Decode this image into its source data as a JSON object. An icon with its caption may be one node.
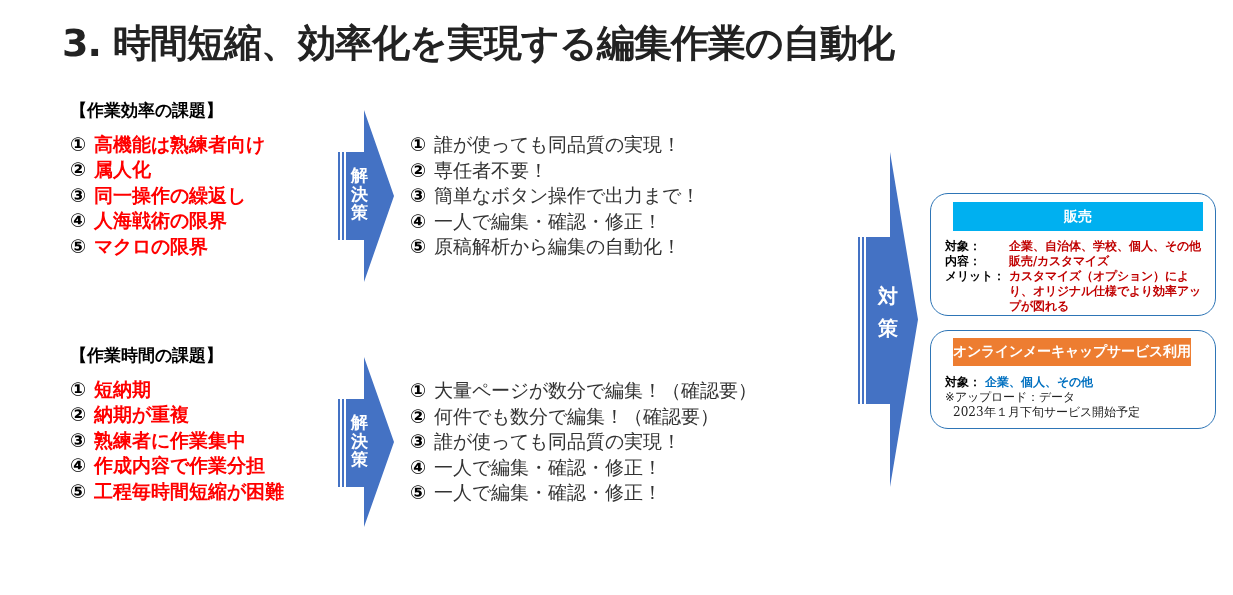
{
  "diagram": {
    "title": "3. 時間短縮、効率化を実現する編集作業の自動化",
    "nodes": [
      {
        "text": [
          "【作業効率の課題】",
          "①",
          "高機能は熟練者向け",
          "②",
          "属人化",
          "③",
          "同一操作の繰返し",
          "④",
          "人海戦術の限界",
          "⑤",
          "マクロの限界"
        ]
      },
      {
        "text": [
          "解決策"
        ]
      },
      {
        "text": [
          "①",
          "誰が使っても同品質の実現！",
          "②",
          "専任者不要！",
          "③",
          "簡単なボタン操作で出力まで！",
          "④",
          "一人で編集・確認・修正！",
          "⑤",
          "原稿解析から編集の自動化！"
        ]
      },
      {
        "text": [
          "【作業時間の課題】",
          "①",
          "短納期",
          "②",
          "納期が重複",
          "③",
          "熟練者に作業集中",
          "④",
          "作成内容で作業分担",
          "⑤",
          "工程毎時間短縮が困難"
        ]
      },
      {
        "text": [
          "解決策"
        ]
      },
      {
        "text": [
          "①",
          "大量ページが数分で編集！（確認要）",
          "②",
          "何件でも数分で編集！（確認要）",
          "③",
          "誰が使っても同品質の実現！",
          "④",
          "一人で編集・確認・修正！",
          "⑤",
          "一人で編集・確認・修正！"
        ]
      },
      {
        "text": [
          "対策"
        ]
      },
      {
        "text": [
          "対象：",
          "企業、自治体、学校、個人、その他",
          "内容：",
          "販売/カスタマイズ",
          "メリット：",
          "カスタマイズ（オプション）により、オリジナル仕様でより効率アップが図れる"
        ]
      },
      {
        "text": [
          "販売"
        ],
        "in": 7
      },
      {
        "text": [
          "対象：",
          "企業、個人、その他",
          "※アップロード：データ",
          "2023年１月下旬サービス開始予定"
        ]
      },
      {
        "text": [
          "オンラインメーキャップサービス利用"
        ],
        "in": 9
      }
    ]
  }
}
